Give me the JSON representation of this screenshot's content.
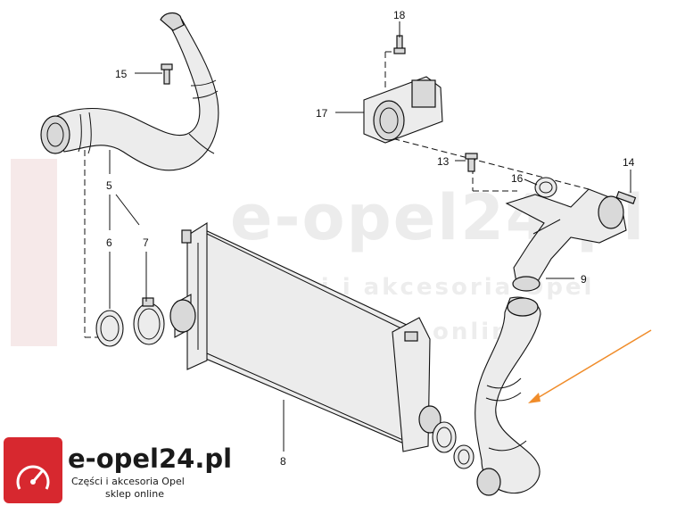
{
  "watermark": {
    "domain": "e-opel24.pl",
    "tagline": "Części i akcesoria Opel",
    "shop": "sklep online"
  },
  "logo": {
    "domain": "e-opel24.pl",
    "tagline": "Części i akcesoria Opel",
    "shop": "sklep online",
    "badge_color": "#d7282f"
  },
  "callouts": [
    "18",
    "15",
    "17",
    "13",
    "14",
    "16",
    "5",
    "6",
    "7",
    "9",
    "8"
  ],
  "colors": {
    "line": "#111111",
    "part_fill": "#d9d9d9",
    "pointer_arrow": "#f08c2a",
    "watermark": "#ececec"
  }
}
